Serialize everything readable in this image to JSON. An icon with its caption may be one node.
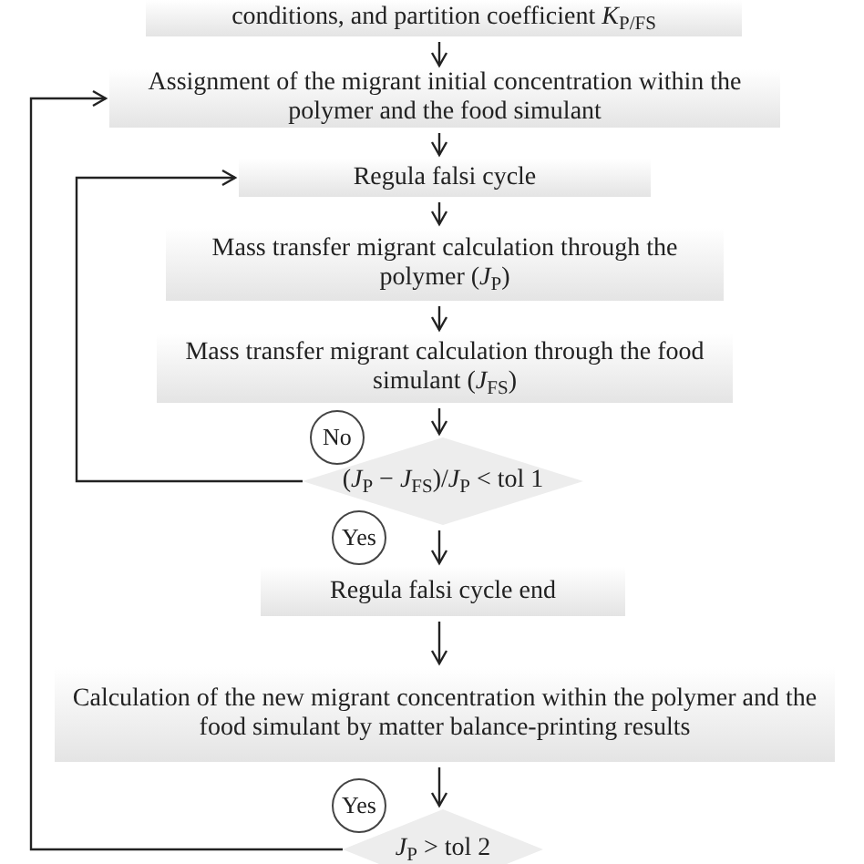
{
  "diagram": {
    "nodes": [
      {
        "text": [
          "conditions, and partition coefficient *K*$_{P/FS}$"
        ]
      },
      {
        "text": [
          "Assignment of the migrant initial concentration within the polymer and the food simulant"
        ]
      },
      {
        "text": [
          "Regula falsi cycle"
        ]
      },
      {
        "text": [
          "Mass transfer migrant calculation through the polymer (*J*$_{P}$)"
        ]
      },
      {
        "text": [
          "Mass transfer migrant calculation through the food simulant (*J*$_{FS}$)"
        ]
      },
      {
        "text": [
          "(*J*$_{P}$ − *J*$_{FS}$)/*J*$_{P}$ < tol 1"
        ]
      },
      {
        "text": [
          "Regula falsi cycle end"
        ]
      },
      {
        "text": [
          "Calculation of the new migrant concentration within the polymer and the food simulant by matter balance-printing results"
        ]
      },
      {
        "text": [
          "*J*$_{P}$ > tol 2"
        ]
      }
    ],
    "edges": [
      {
        "from": 0,
        "to": 1,
        "arrow": "to"
      },
      {
        "from": 1,
        "to": 2,
        "arrow": "to"
      },
      {
        "from": 2,
        "to": 3,
        "arrow": "to"
      },
      {
        "from": 3,
        "to": 4,
        "arrow": "to"
      },
      {
        "from": 4,
        "to": 5,
        "arrow": "to"
      },
      {
        "from": 5,
        "to": 2,
        "arrow": "to",
        "label": "No"
      },
      {
        "from": 5,
        "to": 6,
        "arrow": "to",
        "label": "Yes"
      },
      {
        "from": 6,
        "to": 7,
        "arrow": "to"
      },
      {
        "from": 7,
        "to": 8,
        "arrow": "to"
      },
      {
        "from": 8,
        "to": 1,
        "arrow": "to",
        "label": "Yes"
      }
    ]
  }
}
